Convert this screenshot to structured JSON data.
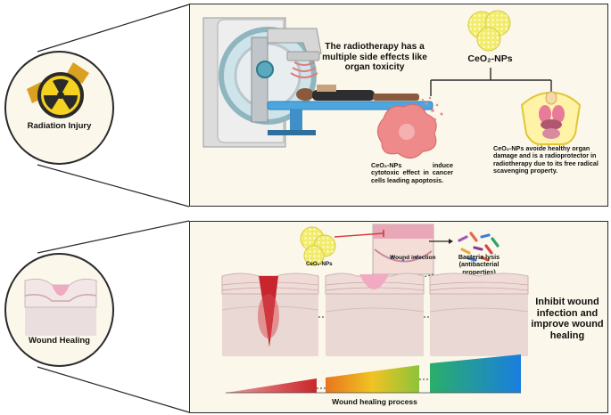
{
  "labels": {
    "radiation_injury": "Radiation Injury",
    "wound_healing": "Wound Healing",
    "radiotherapy_note": "The radiotherapy has a multiple side effects like organ toxicity",
    "ceo2_nps_title": "CeO₂-NPs",
    "cytotoxic_note": "CeO₂-NPs induce cytotoxic effect in cancer cells leading apoptosis.",
    "protective_note": "CeO₂-NPs avoide healthy organ damage and is a radioprotector in radiotherapy due to its free radical scavenging property.",
    "ceo2_nps_small": "CeO₂-NPs",
    "wound_infection": "Wound infection",
    "bacteria_lysis": "Bacteria lysis (antibacterial properties)",
    "inhibit_note": "Inhibit wound infection and improve wound healing",
    "wound_healing_process": "Wound healing process"
  },
  "colors": {
    "panel_bg": "#fbf7ea",
    "nanoparticle": "#f2ec6a",
    "radiation_yellow": "#f4d21f",
    "radiation_orange": "#d9a021",
    "cancer_cell": "#ee8a8a",
    "skin_pink": "#f2c9c9",
    "blood": "#c8262e",
    "gradient_start": "#c9262c",
    "gradient_mid": "#f0c322",
    "gradient_end": "#1a7ee0"
  }
}
